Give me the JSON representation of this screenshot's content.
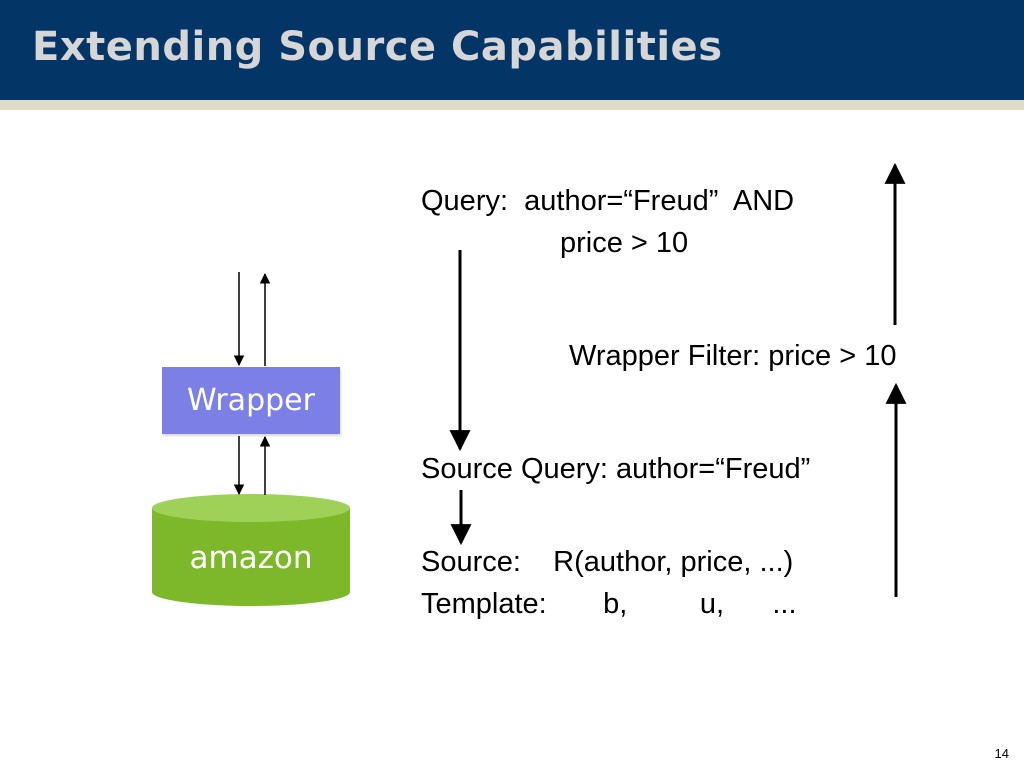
{
  "slide": {
    "title": "Extending Source Capabilities",
    "page_number": "14"
  },
  "diagram": {
    "wrapper_label": "Wrapper",
    "source_label": "amazon",
    "query_line1": "Query:  author=“Freud”  AND",
    "query_line2": "price > 10",
    "wrapper_filter": "Wrapper Filter: price > 10",
    "source_query": "Source Query: author=“Freud”",
    "source_line1": "Source:    R(author, price, ...)",
    "source_line2": "Template:       b,         u,      ...",
    "colors": {
      "title_bar": "#043567",
      "title_text": "#d6d6d6",
      "wrapper_box": "#7b7fe6",
      "source_cylinder": "#7cb82a"
    }
  }
}
